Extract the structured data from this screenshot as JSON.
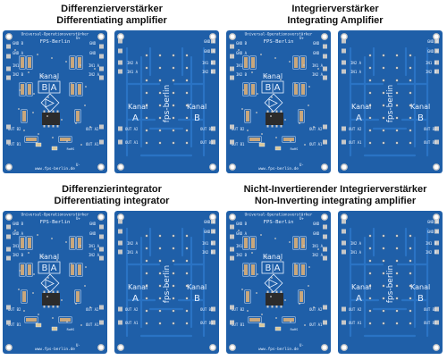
{
  "panels": [
    {
      "caption_de": "Differenzierverstärker",
      "caption_en": "Differentiating amplifier"
    },
    {
      "caption_de": "Integrierverstärker",
      "caption_en": "Integrating Amplifier"
    },
    {
      "caption_de": "Differenzierintegrator",
      "caption_en": "Differentiating integrator"
    },
    {
      "caption_de": "Nicht-Invertierender Integrierverstärker",
      "caption_en": "Non-Inverting integrating amplifier"
    }
  ],
  "board": {
    "top_text": "Universal-Operationsverstärker",
    "brand": "FPS-Berlin",
    "kanal_label": "Kanal",
    "kanal_a": "A",
    "kanal_b": "B",
    "kanal_ba": "B|A",
    "back_brand": "fps-berlin",
    "website": "www.fps-berlin.de",
    "rohs": "RoHS",
    "labels": {
      "gnd_b": "GND B",
      "gnd_a": "GND A",
      "in1_b": "IN1 B",
      "in2_b": "IN2 B",
      "in1_a": "IN1 A",
      "in2_a": "IN2 A",
      "out_b1": "OUT B1",
      "out_b2": "OUT B2",
      "out_a1": "OUT A1",
      "out_a2": "OUT A2",
      "vplus": "U+",
      "vminus": "U-",
      "gnd": "GND"
    }
  },
  "colors": {
    "pcb": "#1f5fa8",
    "pcb_dark": "#174b86",
    "trace": "#2a73c4",
    "silk": "#e9f2ff",
    "pad": "#c8c8c8",
    "resistor": "#c9a77c",
    "cap": "#d8c79a"
  }
}
